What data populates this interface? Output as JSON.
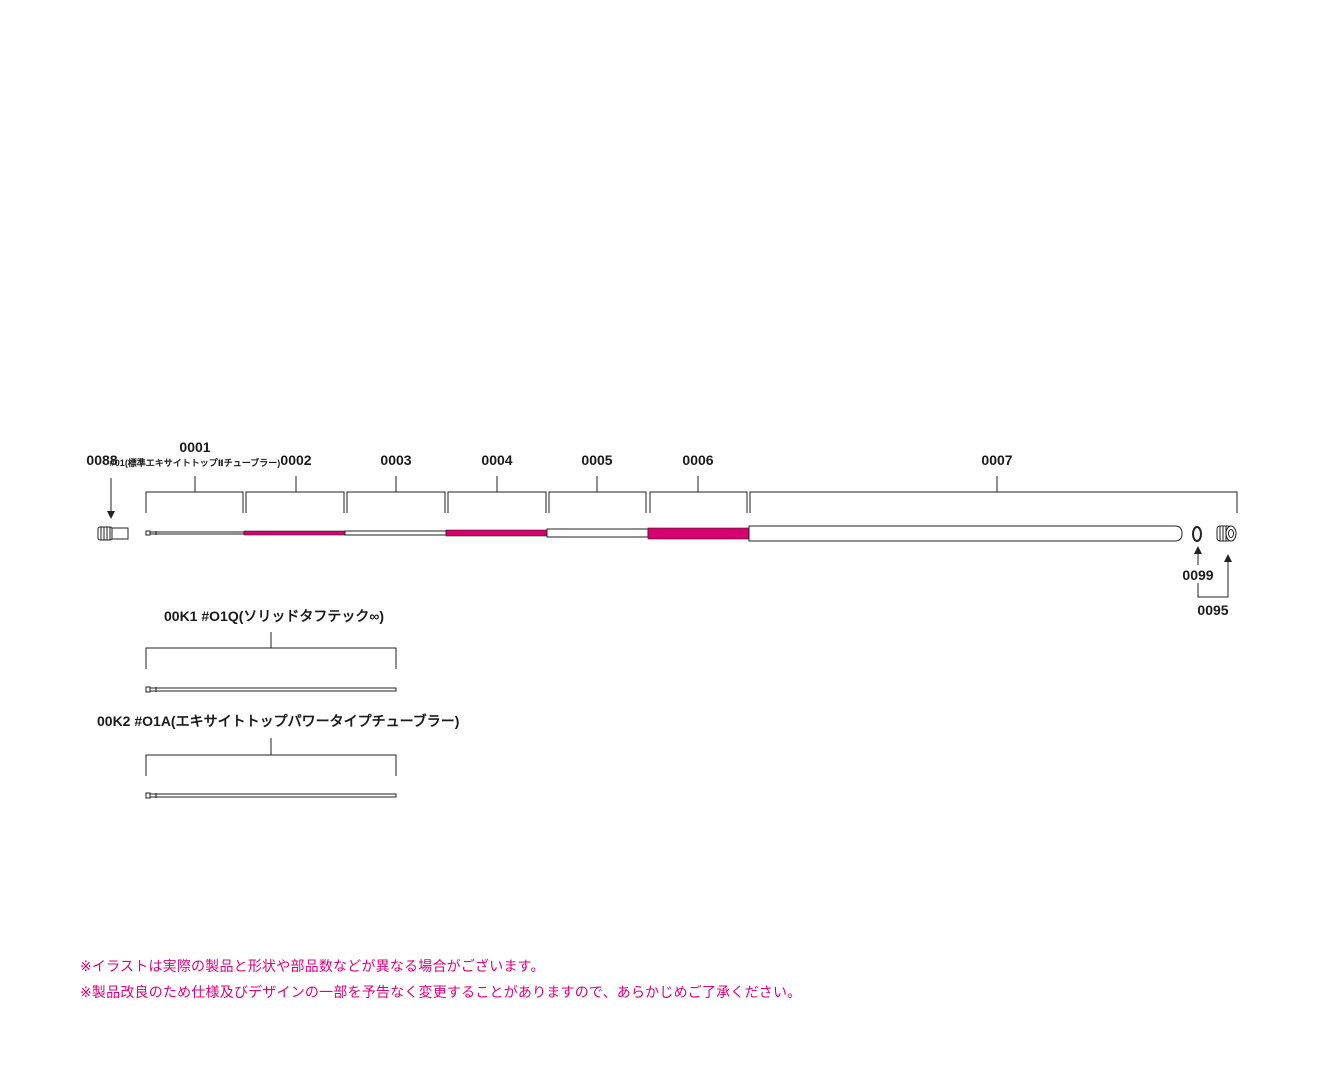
{
  "parts": {
    "p0088": "0088",
    "p0001": "0001",
    "p0001_desc": "#01(標準エキサイトトップⅡチューブラー)",
    "p0002": "0002",
    "p0003": "0003",
    "p0004": "0004",
    "p0005": "0005",
    "p0006": "0006",
    "p0007": "0007",
    "p0099": "0099",
    "p0095": "0095"
  },
  "options": {
    "k1": "00K1 #O1Q(ソリッドタフテック∞)",
    "k2": "00K2 #O1A(エキサイトトップパワータイプチューブラー)"
  },
  "notes": {
    "line1": "※イラストは実際の製品と形状や部品数などが異なる場合がございます。",
    "line2": "※製品改良のため仕様及びデザインの一部を予告なく変更することがありますので、あらかじめご了承ください。"
  },
  "colors": {
    "accent_pink": "#d6006f",
    "note_pink": "#e0007a",
    "line": "#222222"
  }
}
